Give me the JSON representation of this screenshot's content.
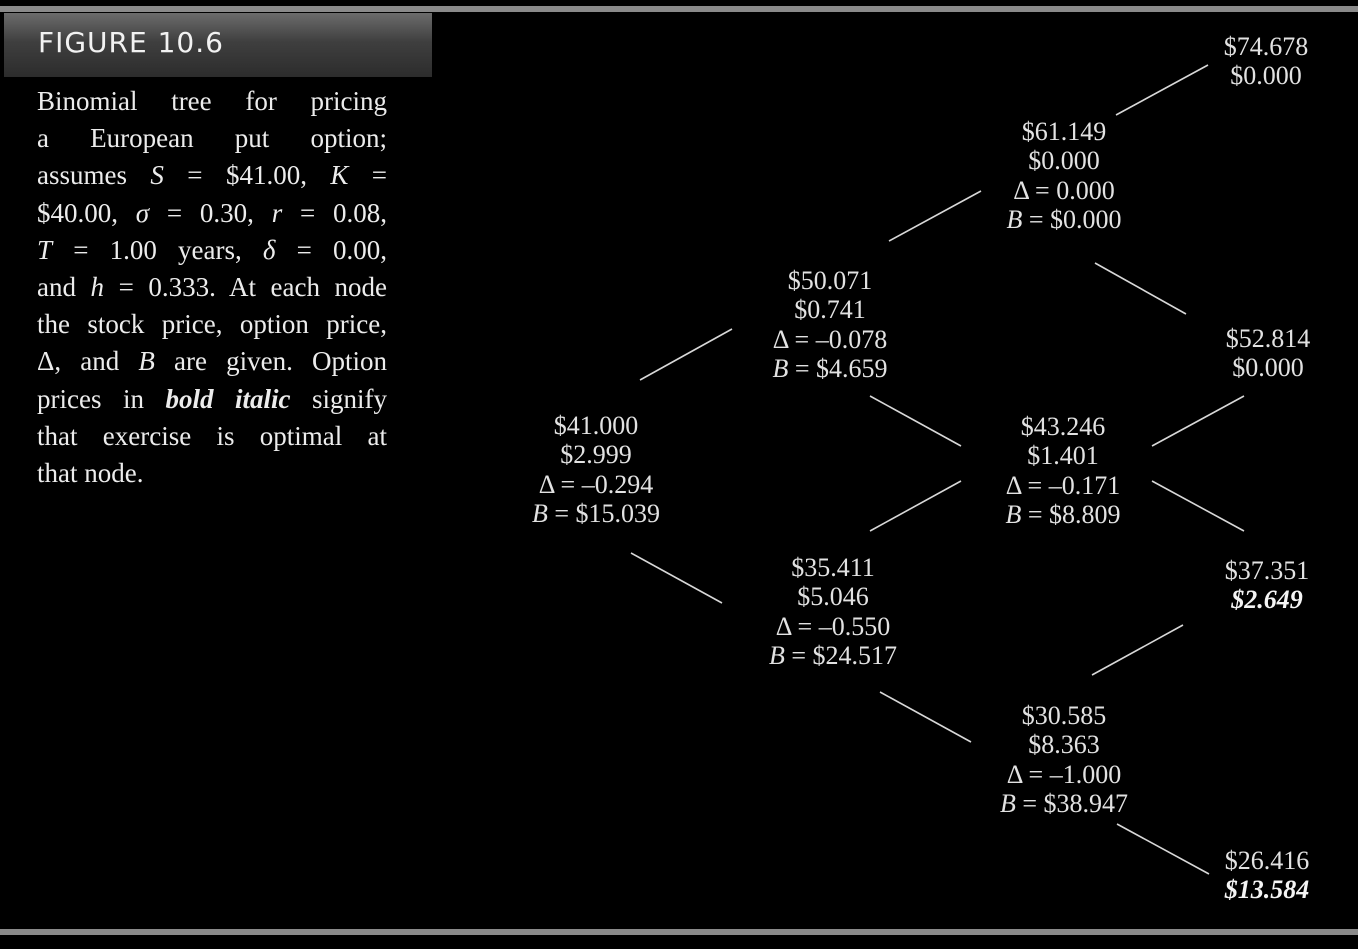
{
  "figure": {
    "label": "FIGURE 10.6"
  },
  "caption": {
    "lines": [
      [
        "Binomial tree for pricing"
      ],
      [
        "a European put option;"
      ],
      [
        "assumes ",
        {
          "i": "S"
        },
        " = $41.00, ",
        {
          "i": "K"
        },
        " ="
      ],
      [
        "$40.00, ",
        {
          "i": "σ"
        },
        " = 0.30, ",
        {
          "i": "r"
        },
        " = 0.08,"
      ],
      [
        {
          "i": "T"
        },
        " = 1.00 years, ",
        {
          "i": "δ"
        },
        " = 0.00,"
      ],
      [
        "and ",
        {
          "i": "h"
        },
        " = 0.333. At each node"
      ],
      [
        "the stock price, option price,"
      ],
      [
        "Δ, and ",
        {
          "i": "B"
        },
        " are given. Option"
      ],
      [
        "prices in ",
        {
          "b": "bold italic"
        },
        " signify"
      ],
      [
        "that exercise is optimal at"
      ],
      [
        "that node."
      ]
    ]
  },
  "tree": {
    "nodes": [
      {
        "id": "n0",
        "stock": "$41.000",
        "option": "$2.999",
        "delta": "Δ = –0.294",
        "b_label": "B",
        "b_value": " = $15.039",
        "early_exercise": false
      },
      {
        "id": "n1u",
        "stock": "$50.071",
        "option": "$0.741",
        "delta": "Δ = –0.078",
        "b_label": "B",
        "b_value": " = $4.659",
        "early_exercise": false
      },
      {
        "id": "n1d",
        "stock": "$35.411",
        "option": "$5.046",
        "delta": "Δ = –0.550",
        "b_label": "B",
        "b_value": " = $24.517",
        "early_exercise": false
      },
      {
        "id": "n2uu",
        "stock": "$61.149",
        "option": "$0.000",
        "delta": "Δ = 0.000",
        "b_label": "B",
        "b_value": " = $0.000",
        "early_exercise": false
      },
      {
        "id": "n2ud",
        "stock": "$43.246",
        "option": "$1.401",
        "delta": "Δ = –0.171",
        "b_label": "B",
        "b_value": " = $8.809",
        "early_exercise": false
      },
      {
        "id": "n2dd",
        "stock": "$30.585",
        "option": "$8.363",
        "delta": "Δ = –1.000",
        "b_label": "B",
        "b_value": " = $38.947",
        "early_exercise": false
      },
      {
        "id": "n3uuu",
        "stock": "$74.678",
        "option": "$0.000",
        "early_exercise": false
      },
      {
        "id": "n3uud",
        "stock": "$52.814",
        "option": "$0.000",
        "early_exercise": false
      },
      {
        "id": "n3udd",
        "stock": "$37.351",
        "option": "$2.649",
        "early_exercise": true
      },
      {
        "id": "n3ddd",
        "stock": "$26.416",
        "option": "$13.584",
        "early_exercise": true
      }
    ],
    "edges": [
      [
        "n0",
        "n1u"
      ],
      [
        "n0",
        "n1d"
      ],
      [
        "n1u",
        "n2uu"
      ],
      [
        "n1u",
        "n2ud"
      ],
      [
        "n1d",
        "n2ud"
      ],
      [
        "n1d",
        "n2dd"
      ],
      [
        "n2uu",
        "n3uuu"
      ],
      [
        "n2uu",
        "n3uud"
      ],
      [
        "n2ud",
        "n3uud"
      ],
      [
        "n2ud",
        "n3udd"
      ],
      [
        "n2dd",
        "n3udd"
      ],
      [
        "n2dd",
        "n3ddd"
      ]
    ]
  }
}
